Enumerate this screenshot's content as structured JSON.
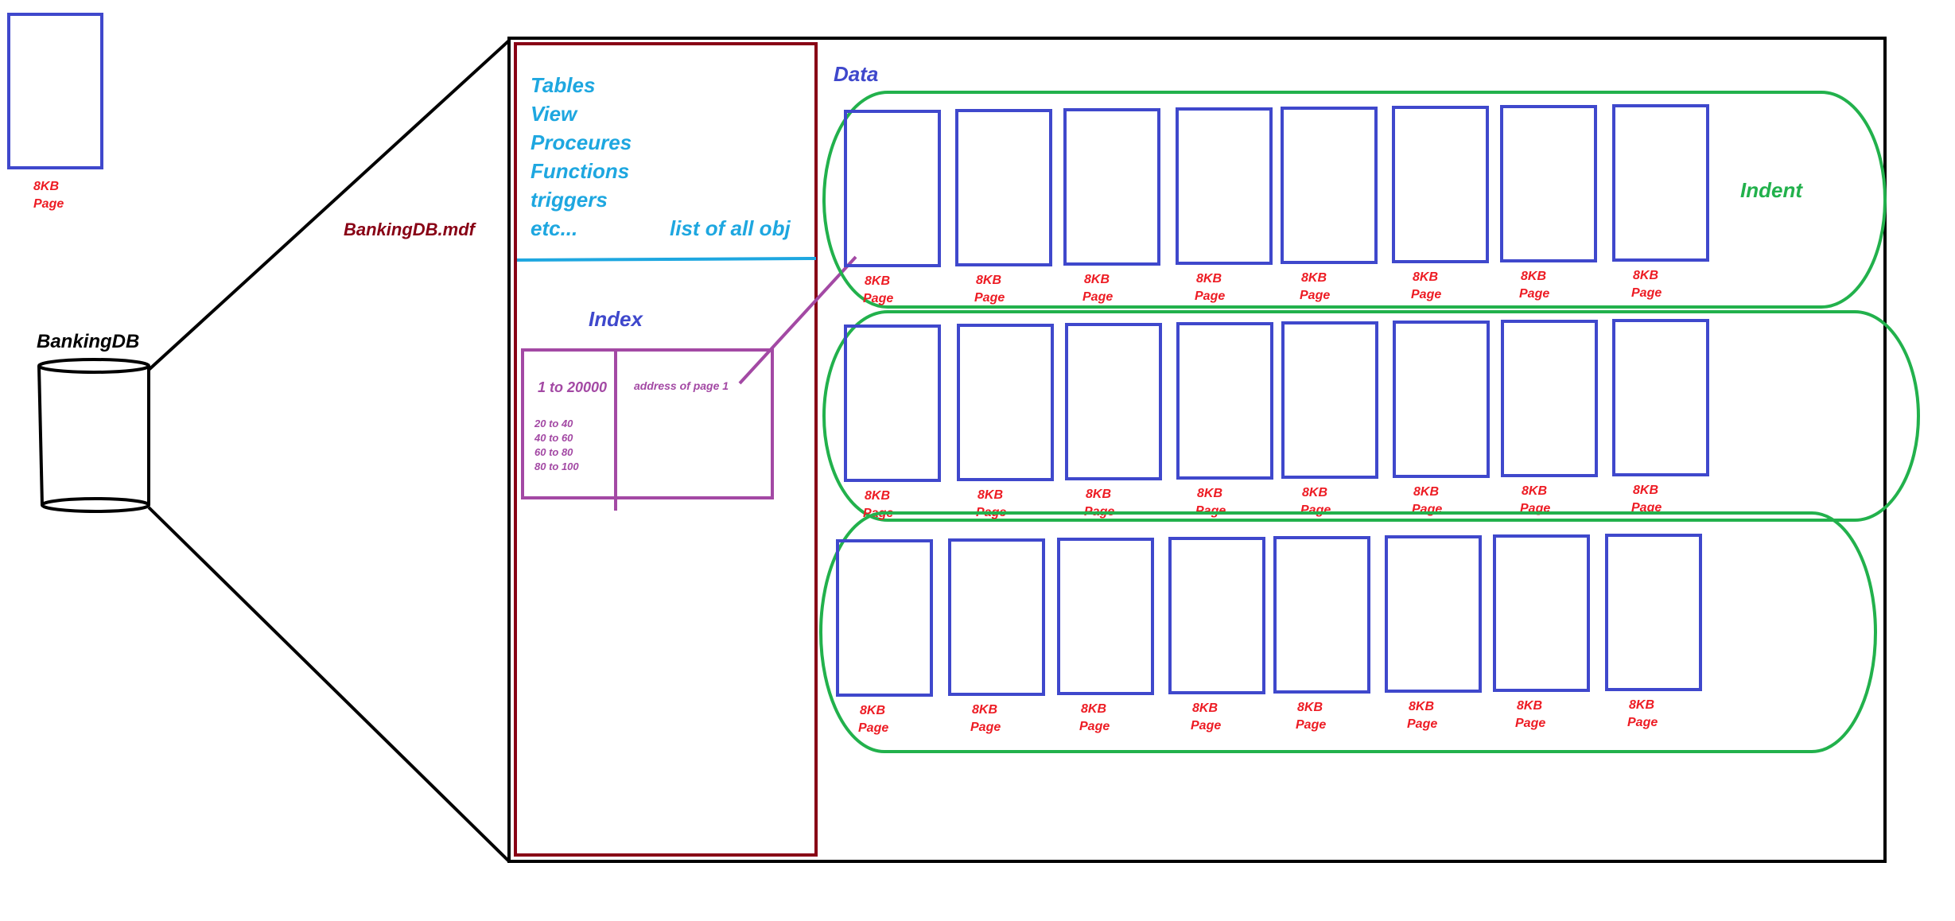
{
  "colors": {
    "page_box": "#3f48cc",
    "page_label": "#ed1c24",
    "file_border": "#880015",
    "object_list": "#1ea7e0",
    "index": "#a349a4",
    "index_title": "#3f48cc",
    "extent": "#22b14c",
    "outline": "#000000"
  },
  "legend": {
    "page_size": "8KB",
    "page_word": "Page"
  },
  "database": {
    "name": "BankingDB"
  },
  "file": {
    "name": "BankingDB.mdf"
  },
  "objects": {
    "items": [
      "Tables",
      "View",
      "Proceures",
      "Functions",
      "triggers",
      "etc..."
    ],
    "caption": "list of all obj"
  },
  "index": {
    "title": "Index",
    "range_main": "1 to 20000",
    "ranges": [
      "20 to 40",
      "40 to 60",
      "60 to 80",
      "80 to 100"
    ],
    "pointer": "address of page 1"
  },
  "data": {
    "title": "Data",
    "extent_label": "Indent",
    "page_size": "8KB",
    "page_word": "Page",
    "extent_rows": 3,
    "pages_per_row": 8
  }
}
